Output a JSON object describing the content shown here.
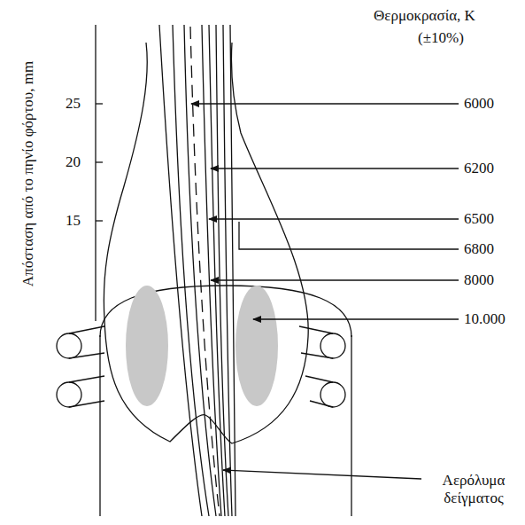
{
  "diagram": {
    "labels": [
      "Απόσταση από το πηνίο φόρτου, mm",
      "25",
      "20",
      "15",
      "Θερμοκρασία, K",
      "(±10%)",
      "6000",
      "6200",
      "6500",
      "6800",
      "8000",
      "10.000",
      "Αερόλυμα δείγματος"
    ]
  }
}
